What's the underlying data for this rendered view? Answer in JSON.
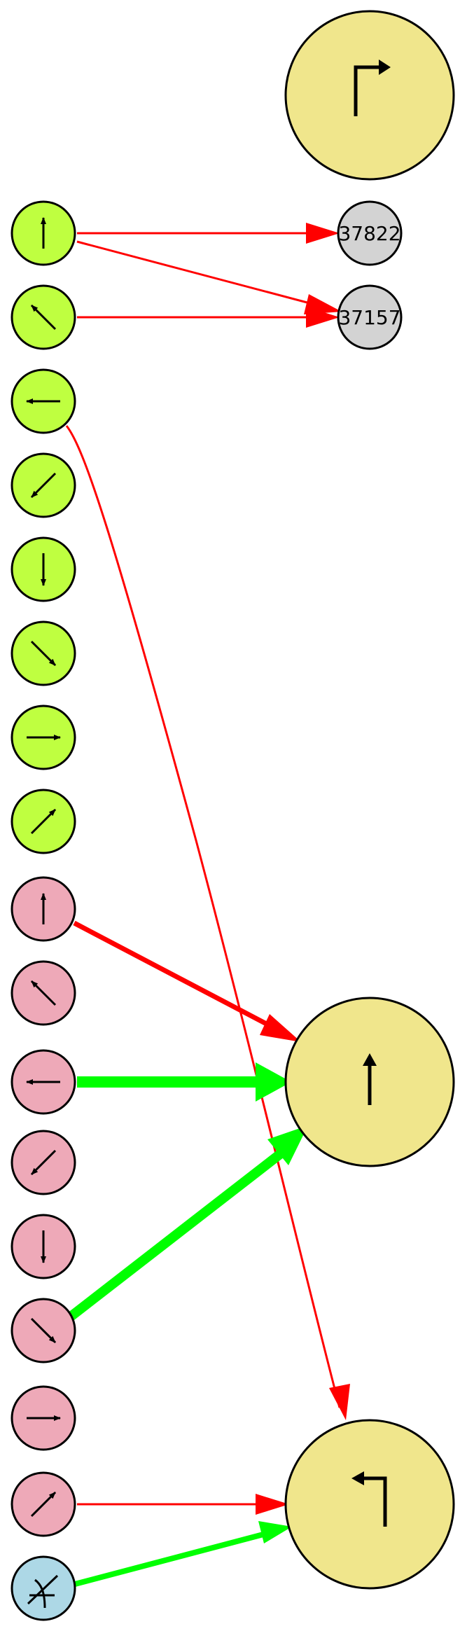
{
  "colors": {
    "green_node": "#bfff40",
    "pink_node": "#eea9b8",
    "blue_node": "#add8e6",
    "yellow_node": "#f0e68c",
    "gray_node": "#d3d3d3",
    "edge_red": "#ff0000",
    "edge_green": "#00ff00",
    "stroke": "#000000"
  },
  "nodes": [
    {
      "id": "top-turn-right",
      "kind": "big",
      "icon": "turn-right-arrow-icon"
    },
    {
      "id": "label-37822",
      "kind": "label",
      "label": "37822"
    },
    {
      "id": "label-37157",
      "kind": "label",
      "label": "37157"
    },
    {
      "id": "center-straight",
      "kind": "big",
      "icon": "arrow-up-icon"
    },
    {
      "id": "bottom-turn-left",
      "kind": "big",
      "icon": "turn-left-arrow-icon"
    },
    {
      "id": "g-up",
      "kind": "small",
      "color": "green",
      "icon": "arrow-up-icon"
    },
    {
      "id": "g-upleft",
      "kind": "small",
      "color": "green",
      "icon": "arrow-up-left-icon"
    },
    {
      "id": "g-left",
      "kind": "small",
      "color": "green",
      "icon": "arrow-left-icon"
    },
    {
      "id": "g-downleft",
      "kind": "small",
      "color": "green",
      "icon": "arrow-down-left-icon"
    },
    {
      "id": "g-down",
      "kind": "small",
      "color": "green",
      "icon": "arrow-down-icon"
    },
    {
      "id": "g-downright",
      "kind": "small",
      "color": "green",
      "icon": "arrow-down-right-icon"
    },
    {
      "id": "g-right",
      "kind": "small",
      "color": "green",
      "icon": "arrow-right-icon"
    },
    {
      "id": "g-upright",
      "kind": "small",
      "color": "green",
      "icon": "arrow-up-right-icon"
    },
    {
      "id": "p-up",
      "kind": "small",
      "color": "pink",
      "icon": "arrow-up-icon"
    },
    {
      "id": "p-upleft",
      "kind": "small",
      "color": "pink",
      "icon": "arrow-up-left-icon"
    },
    {
      "id": "p-left",
      "kind": "small",
      "color": "pink",
      "icon": "arrow-left-icon"
    },
    {
      "id": "p-downleft",
      "kind": "small",
      "color": "pink",
      "icon": "arrow-down-left-icon"
    },
    {
      "id": "p-down",
      "kind": "small",
      "color": "pink",
      "icon": "arrow-down-icon"
    },
    {
      "id": "p-downright",
      "kind": "small",
      "color": "pink",
      "icon": "arrow-down-right-icon"
    },
    {
      "id": "p-right",
      "kind": "small",
      "color": "pink",
      "icon": "arrow-right-icon"
    },
    {
      "id": "p-upright",
      "kind": "small",
      "color": "pink",
      "icon": "arrow-up-right-icon"
    },
    {
      "id": "b-uturn",
      "kind": "small",
      "color": "blue",
      "icon": "u-turn-icon"
    }
  ],
  "edges": [
    {
      "from": "g-up",
      "to": "label-37822",
      "color": "red",
      "weight": "thin"
    },
    {
      "from": "g-up",
      "to": "label-37157",
      "color": "red",
      "weight": "thin"
    },
    {
      "from": "g-upleft",
      "to": "label-37157",
      "color": "red",
      "weight": "thin"
    },
    {
      "from": "g-left",
      "to": "bottom-turn-left",
      "color": "red",
      "weight": "thin"
    },
    {
      "from": "p-up",
      "to": "center-straight",
      "color": "red",
      "weight": "medium"
    },
    {
      "from": "p-left",
      "to": "center-straight",
      "color": "green",
      "weight": "heavy"
    },
    {
      "from": "p-downright",
      "to": "center-straight",
      "color": "green",
      "weight": "heavy"
    },
    {
      "from": "p-upright",
      "to": "bottom-turn-left",
      "color": "red",
      "weight": "thin"
    },
    {
      "from": "b-uturn",
      "to": "bottom-turn-left",
      "color": "green",
      "weight": "medium"
    }
  ]
}
